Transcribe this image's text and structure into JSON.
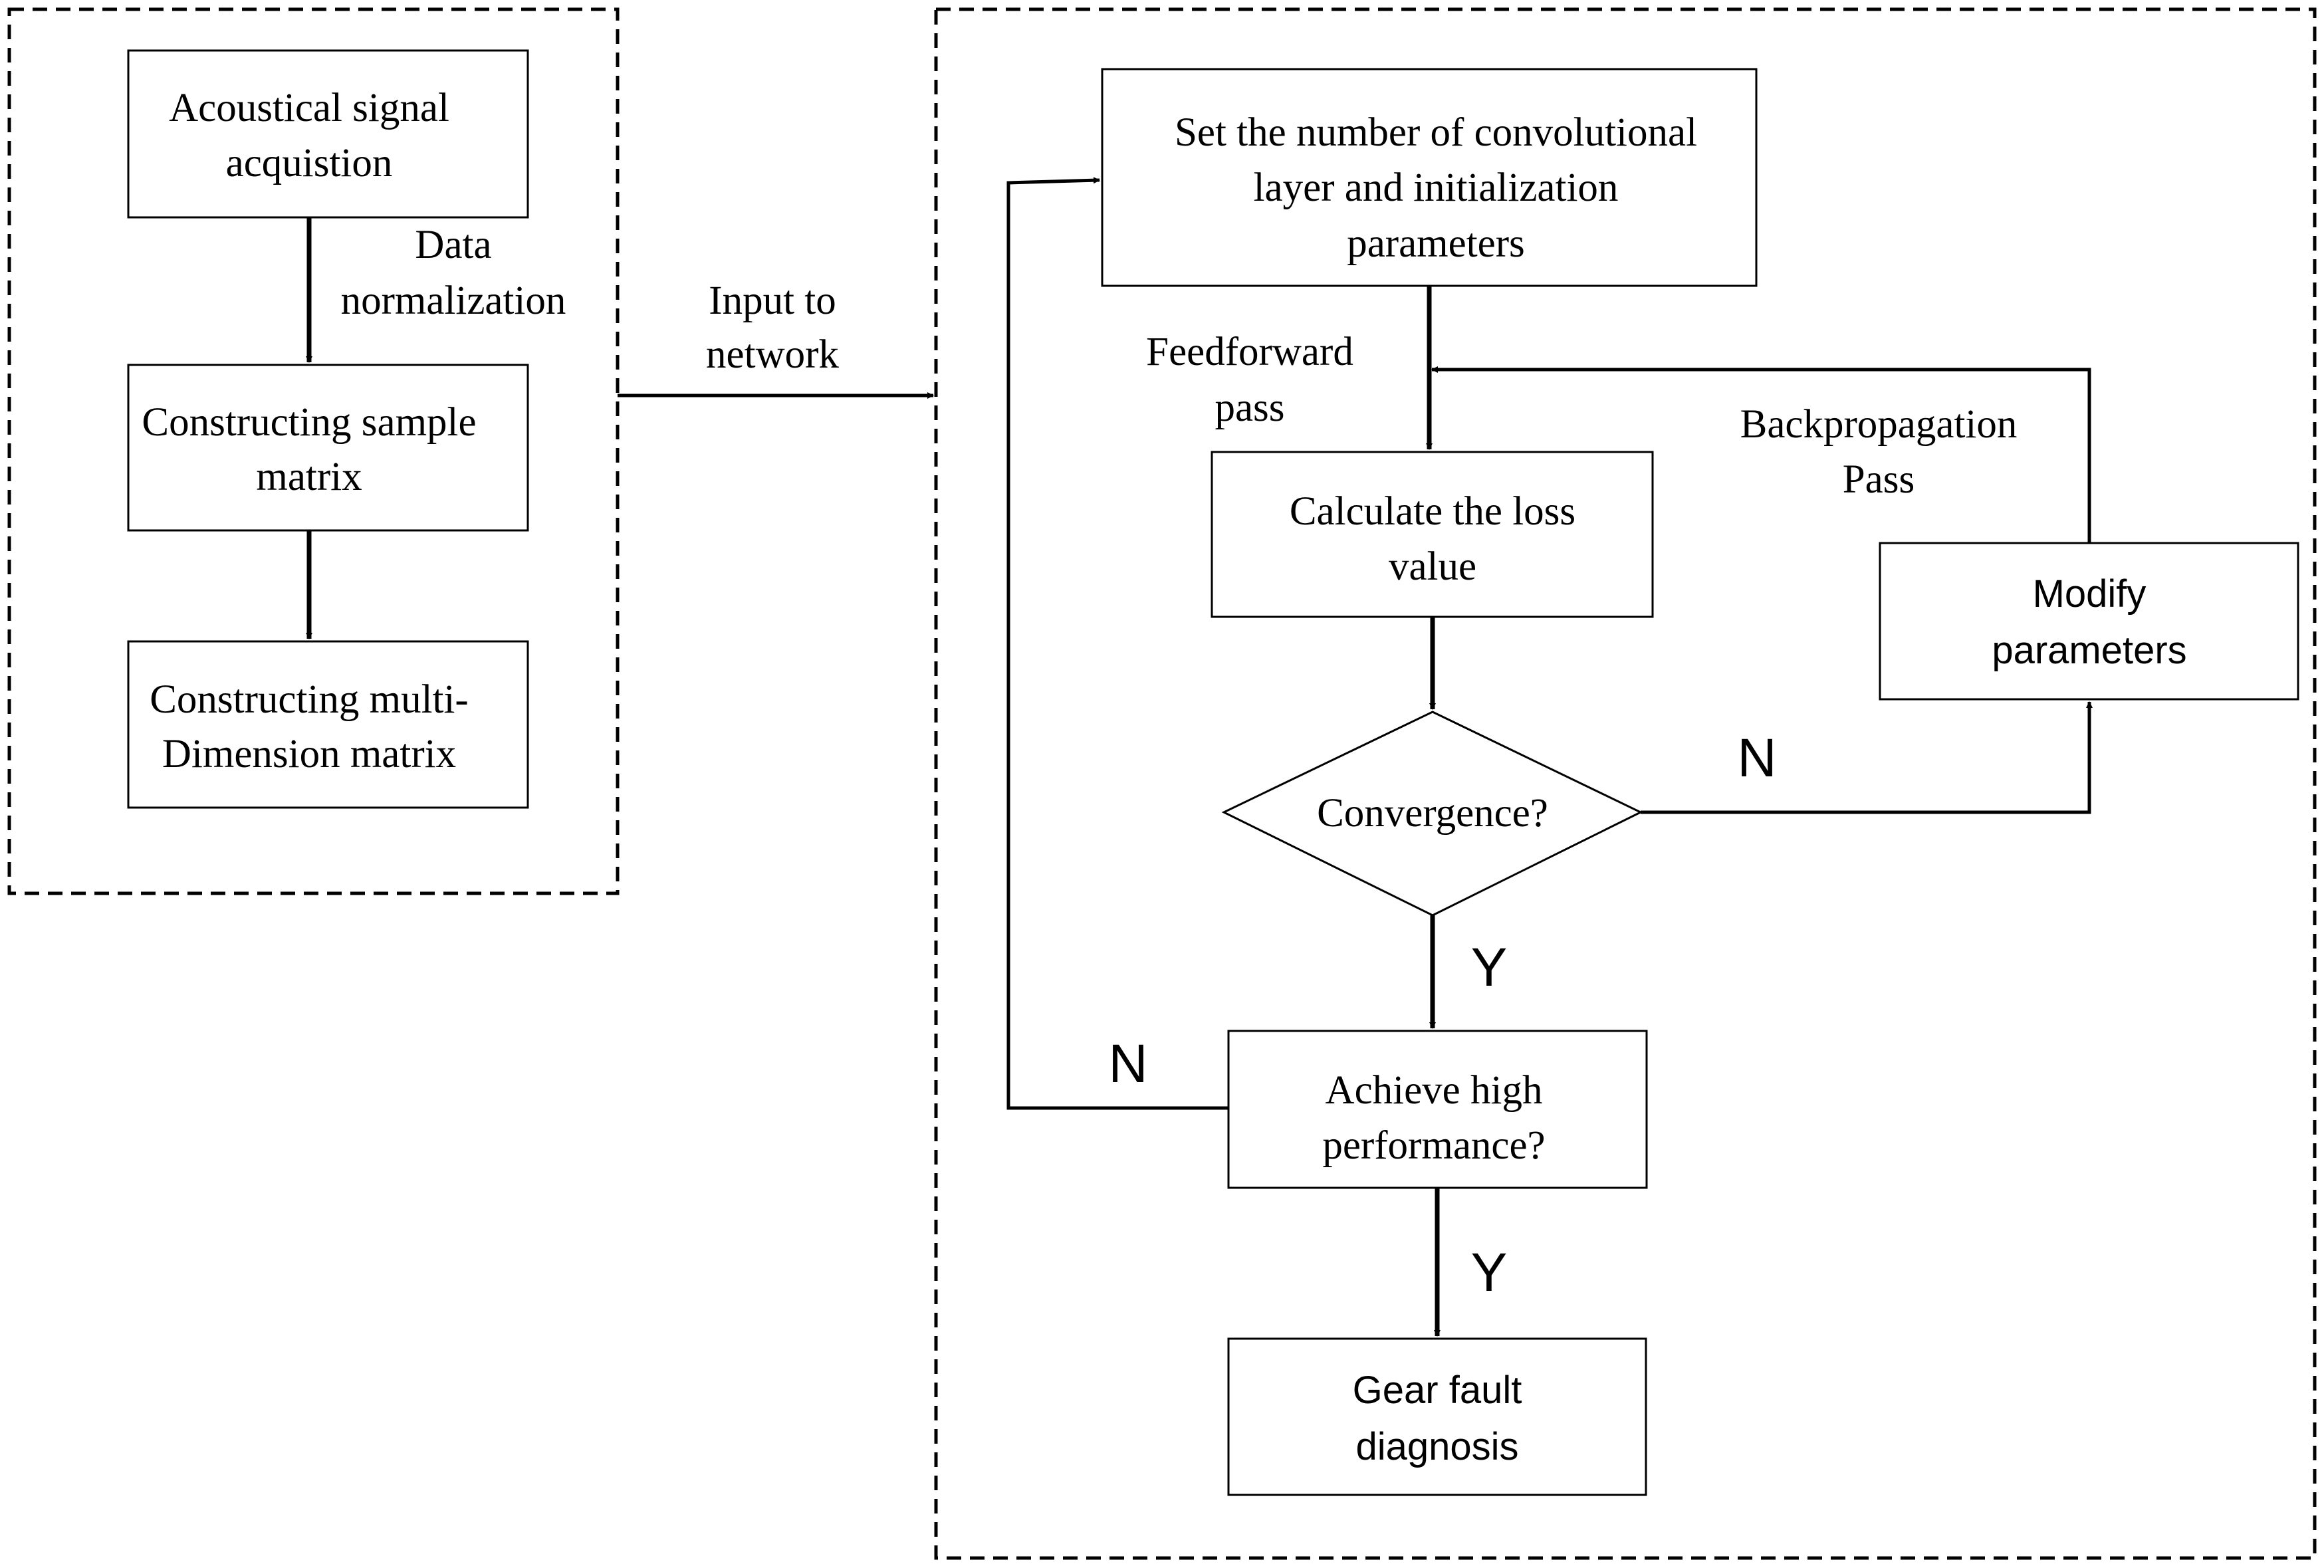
{
  "left_panel": {
    "box1": [
      "Acoustical signal",
      "acquistion"
    ],
    "box2": [
      "Constructing sample",
      "matrix"
    ],
    "box3": [
      "Constructing multi-",
      "Dimension matrix"
    ],
    "label_norm": [
      "Data",
      "normalization"
    ]
  },
  "connector": {
    "label": [
      "Input to",
      "network"
    ]
  },
  "right_panel": {
    "set_box": [
      "Set the number of convolutional",
      "layer and initialization",
      "parameters"
    ],
    "loss_box": [
      "Calculate the loss",
      "value"
    ],
    "decision_convergence": "Convergence?",
    "modify_box": [
      "Modify",
      "parameters"
    ],
    "performance_box": [
      "Achieve high",
      "performance?"
    ],
    "gear_box": [
      "Gear fault",
      "diagnosis"
    ],
    "label_feedforward": [
      "Feedforward",
      "pass"
    ],
    "label_backprop": [
      "Backpropagation",
      "Pass"
    ],
    "label_conv_no": "N",
    "label_conv_yes": "Y",
    "label_perf_no": "N",
    "label_perf_yes": "Y"
  }
}
